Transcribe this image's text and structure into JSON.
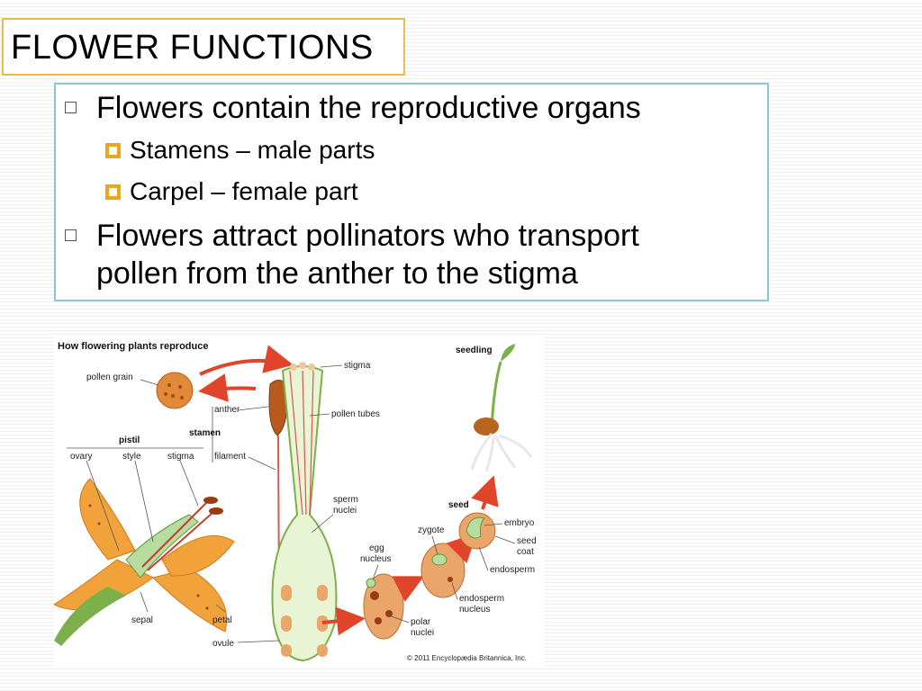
{
  "slide": {
    "title": "FLOWER FUNCTIONS",
    "bullets": [
      {
        "text": "Flowers contain the reproductive organs",
        "sub": [
          "Stamens – male parts",
          "Carpel – female part"
        ]
      },
      {
        "text_line1": "Flowers attract pollinators who transport",
        "text_line2": "pollen from the anther to the stigma"
      }
    ],
    "colors": {
      "title_border": "#f0b94a",
      "content_border": "#8fc6d6",
      "sub_bullet": "#e8a81a"
    }
  },
  "figure": {
    "heading": "How flowering plants reproduce",
    "labels": {
      "pollen_grain": "pollen grain",
      "stigma_top": "stigma",
      "anther": "anther",
      "pollen_tubes": "pollen tubes",
      "stamen": "stamen",
      "filament": "filament",
      "pistil": "pistil",
      "ovary": "ovary",
      "style": "style",
      "stigma": "stigma",
      "sperm_nuclei_1": "sperm",
      "sperm_nuclei_2": "nuclei",
      "egg_nucleus_1": "egg",
      "egg_nucleus_2": "nucleus",
      "zygote": "zygote",
      "seed": "seed",
      "seedling": "seedling",
      "embryo": "embryo",
      "seed_coat_1": "seed",
      "seed_coat_2": "coat",
      "endosperm": "endosperm",
      "endosperm_nucleus_1": "endosperm",
      "endosperm_nucleus_2": "nucleus",
      "polar_nuclei_1": "polar",
      "polar_nuclei_2": "nuclei",
      "sepal": "sepal",
      "petal": "petal",
      "ovule": "ovule",
      "copyright": "© 2011 Encyclopædia Britannica, Inc."
    }
  }
}
